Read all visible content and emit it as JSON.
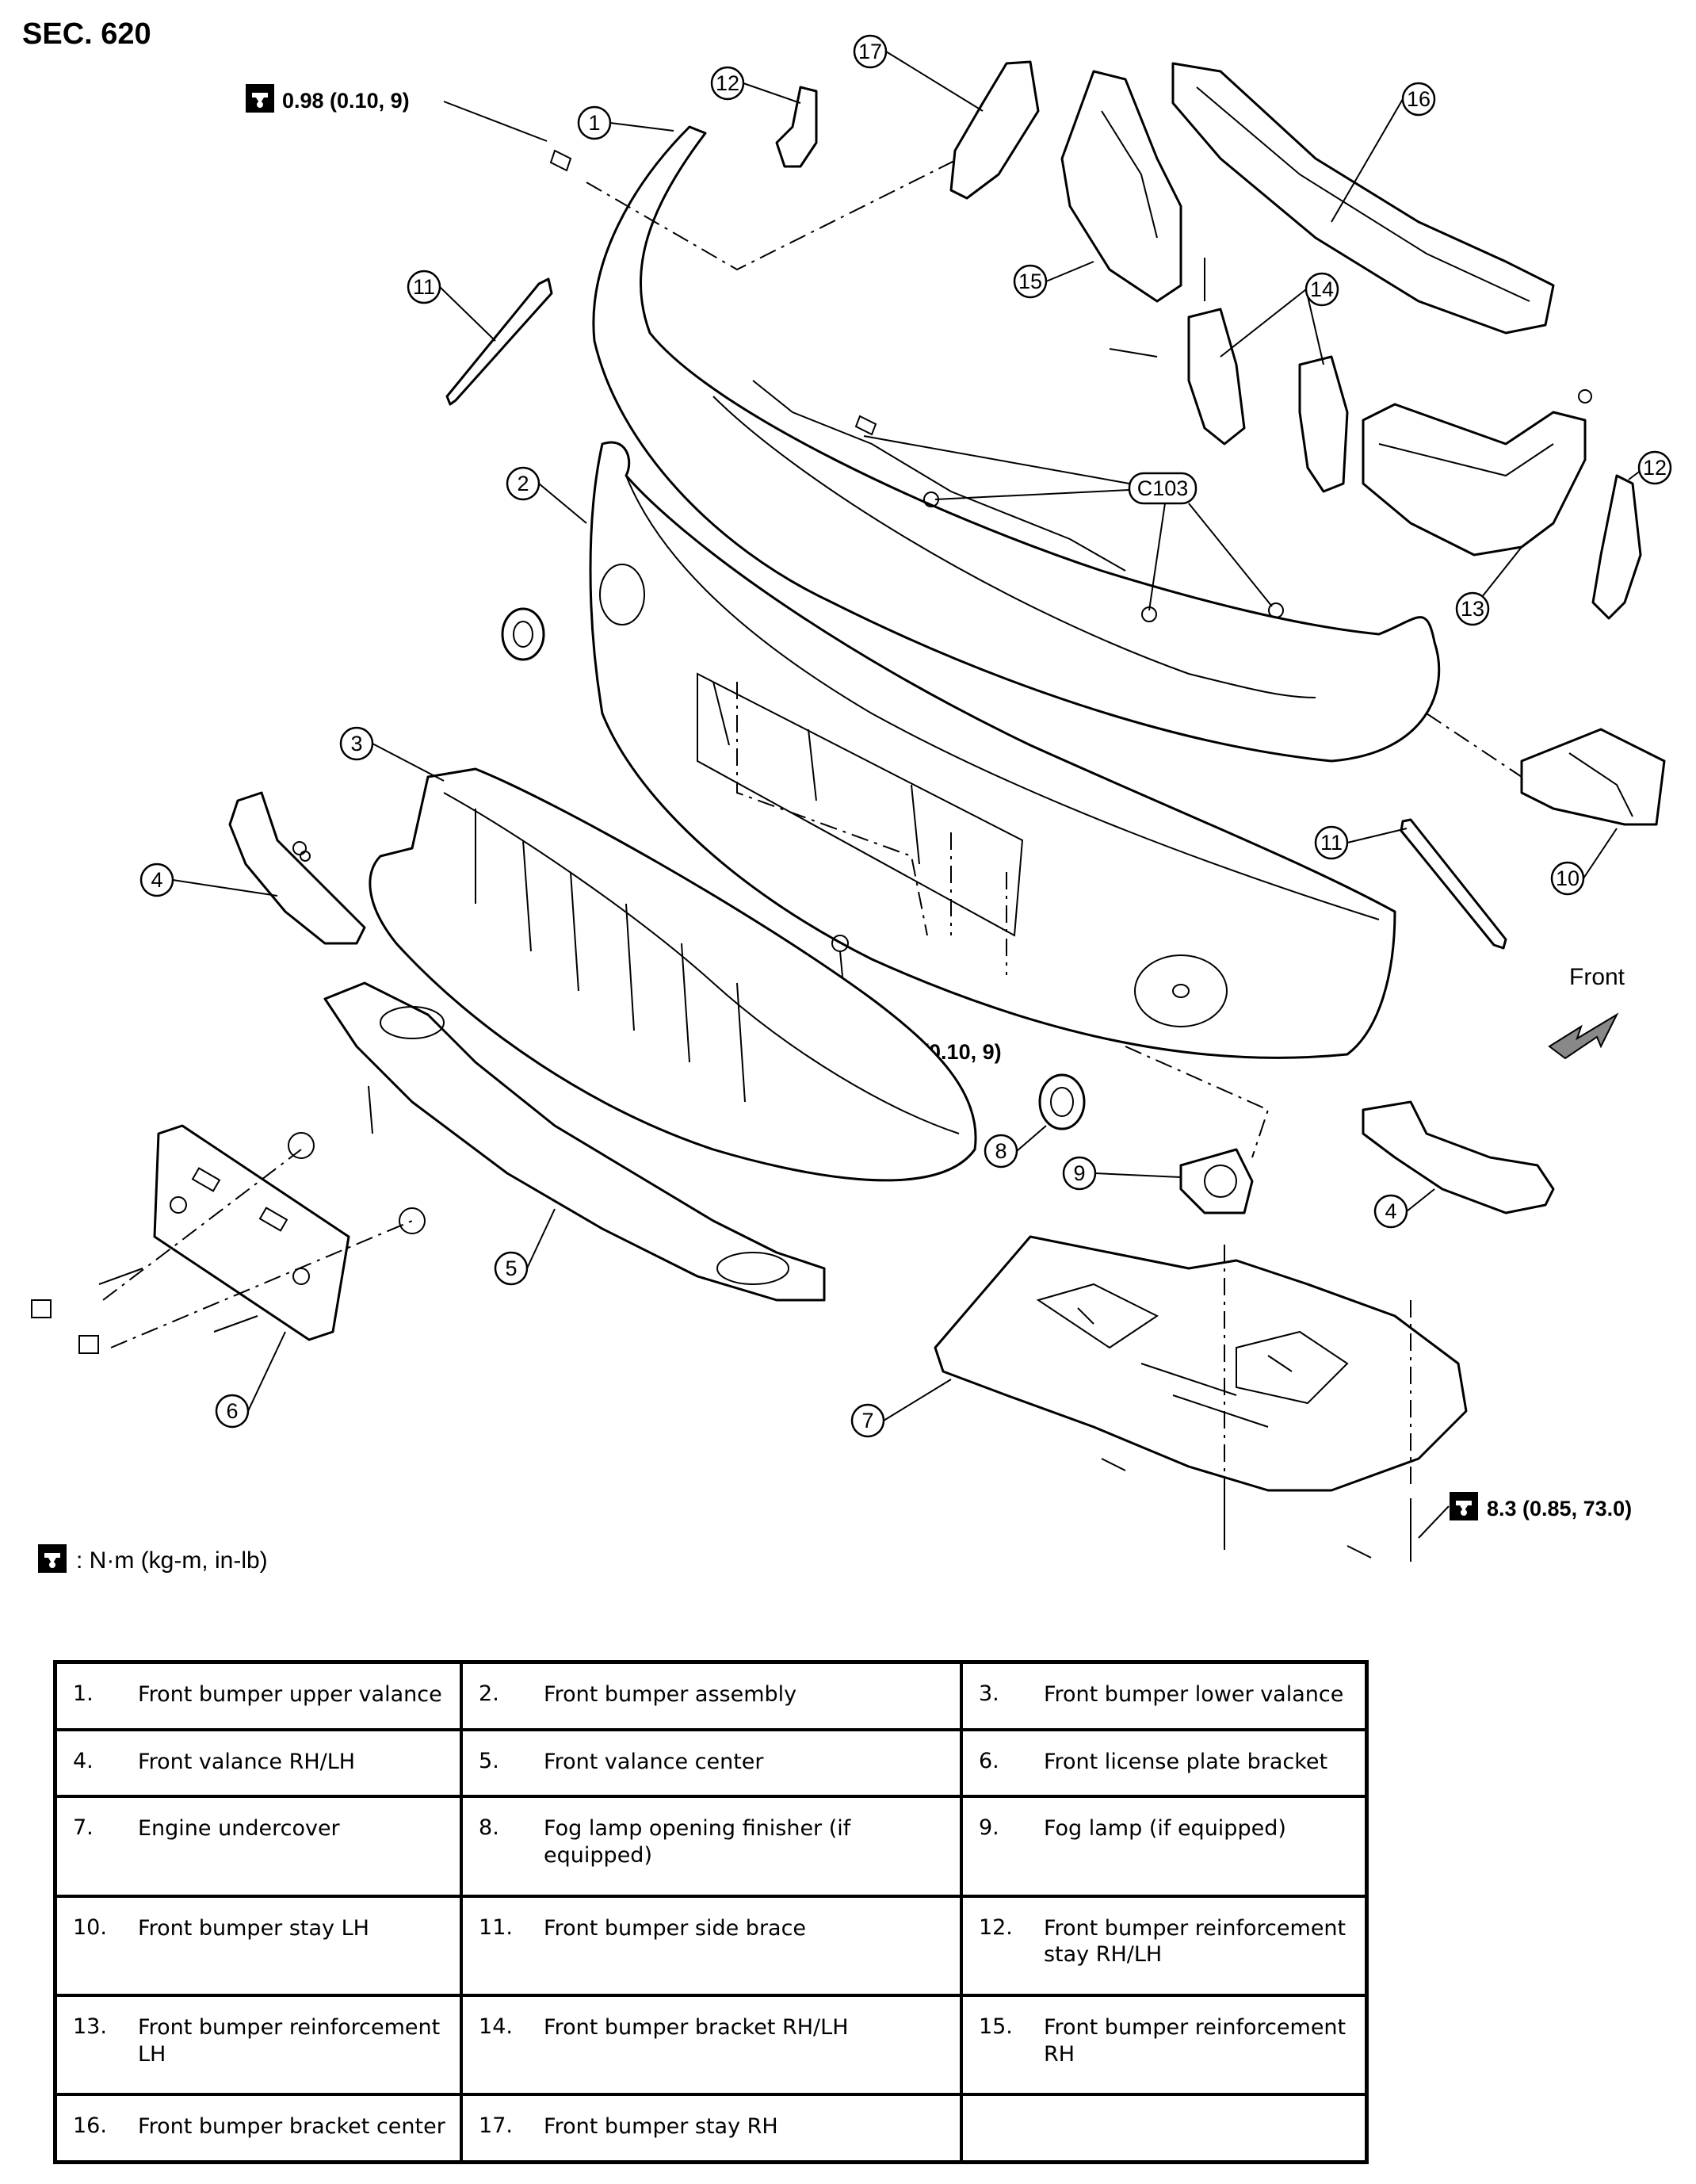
{
  "section_title": "SEC. 620",
  "torque_specs": {
    "top": "0.98 (0.10, 9)",
    "middle": "0.98 (0.10, 9)",
    "undercover": "8.3 (0.85, 73.0)"
  },
  "torque_legend": ": N·m (kg-m, in-lb)",
  "clip_code": "C103",
  "front_label": "Front",
  "callouts": [
    "1",
    "2",
    "3",
    "4",
    "4",
    "5",
    "6",
    "7",
    "8",
    "9",
    "10",
    "11",
    "11",
    "12",
    "12",
    "13",
    "14",
    "15",
    "16",
    "17"
  ],
  "parts": [
    {
      "num": "1.",
      "name": "Front bumper upper valance"
    },
    {
      "num": "2.",
      "name": "Front bumper assembly"
    },
    {
      "num": "3.",
      "name": "Front bumper lower valance"
    },
    {
      "num": "4.",
      "name": "Front valance RH/LH"
    },
    {
      "num": "5.",
      "name": "Front valance center"
    },
    {
      "num": "6.",
      "name": "Front license plate bracket"
    },
    {
      "num": "7.",
      "name": "Engine undercover"
    },
    {
      "num": "8.",
      "name": "Fog lamp opening finisher (if equipped)"
    },
    {
      "num": "9.",
      "name": "Fog lamp (if equipped)"
    },
    {
      "num": "10.",
      "name": "Front bumper stay LH"
    },
    {
      "num": "11.",
      "name": "Front bumper side brace"
    },
    {
      "num": "12.",
      "name": "Front bumper reinforcement stay RH/LH"
    },
    {
      "num": "13.",
      "name": "Front bumper reinforcement LH"
    },
    {
      "num": "14.",
      "name": "Front bumper bracket RH/LH"
    },
    {
      "num": "15.",
      "name": "Front bumper reinforcement RH"
    },
    {
      "num": "16.",
      "name": "Front bumper bracket center"
    },
    {
      "num": "17.",
      "name": "Front bumper stay RH"
    },
    {
      "num": "",
      "name": ""
    }
  ]
}
